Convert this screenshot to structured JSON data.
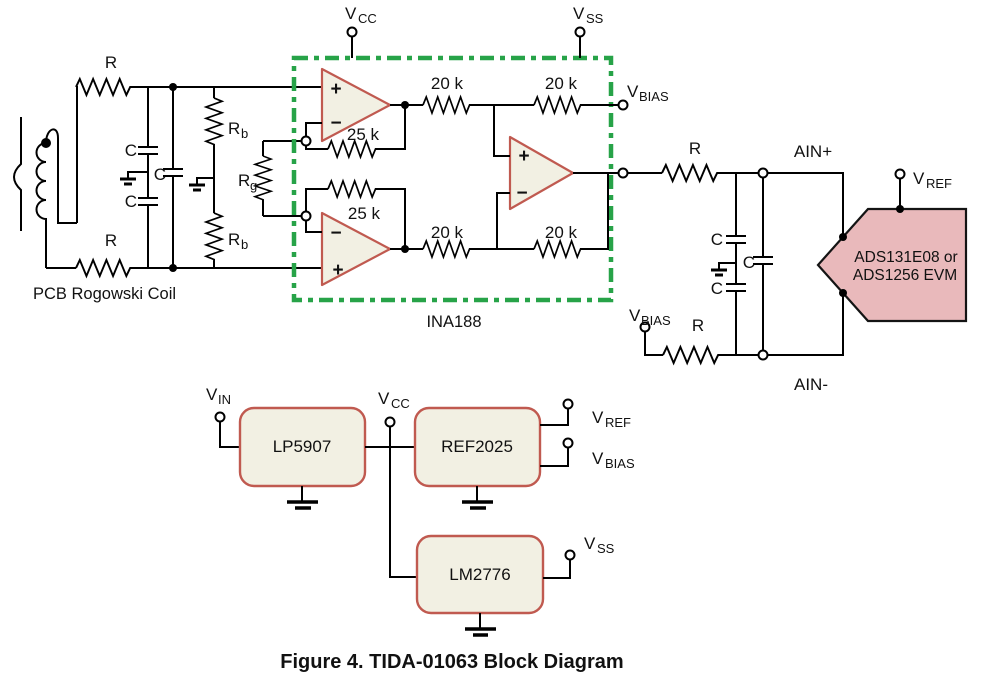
{
  "colors": {
    "box_green": "#27a348",
    "component_red": "#c05a50",
    "component_fill": "#f2f0e3",
    "adc_fill": "#e9b9bb",
    "wire": "#000000",
    "text": "#111111"
  },
  "supplies": {
    "vcc": {
      "base": "V",
      "sub": "CC"
    },
    "vss": {
      "base": "V",
      "sub": "SS"
    },
    "vbias": {
      "base": "V",
      "sub": "BIAS"
    },
    "vref": {
      "base": "V",
      "sub": "REF"
    },
    "vin": {
      "base": "V",
      "sub": "IN"
    }
  },
  "coil": {
    "label": "PCB Rogowski Coil"
  },
  "components": {
    "r": "R",
    "c": "C",
    "rb_base": "R",
    "rb_sub": "b",
    "rg_base": "R",
    "rg_sub": "g",
    "r20k": "20 k",
    "r25k": "25 k",
    "plus": "+",
    "minus": "−"
  },
  "ina": {
    "label": "INA188"
  },
  "adc": {
    "line1": "ADS131E08 or",
    "line2": "ADS1256 EVM",
    "ain_plus": "AIN+",
    "ain_minus": "AIN-"
  },
  "power": {
    "lp": "LP5907",
    "ref": "REF2025",
    "lm": "LM2776"
  },
  "caption": "Figure 4. TIDA-01063 Block Diagram"
}
